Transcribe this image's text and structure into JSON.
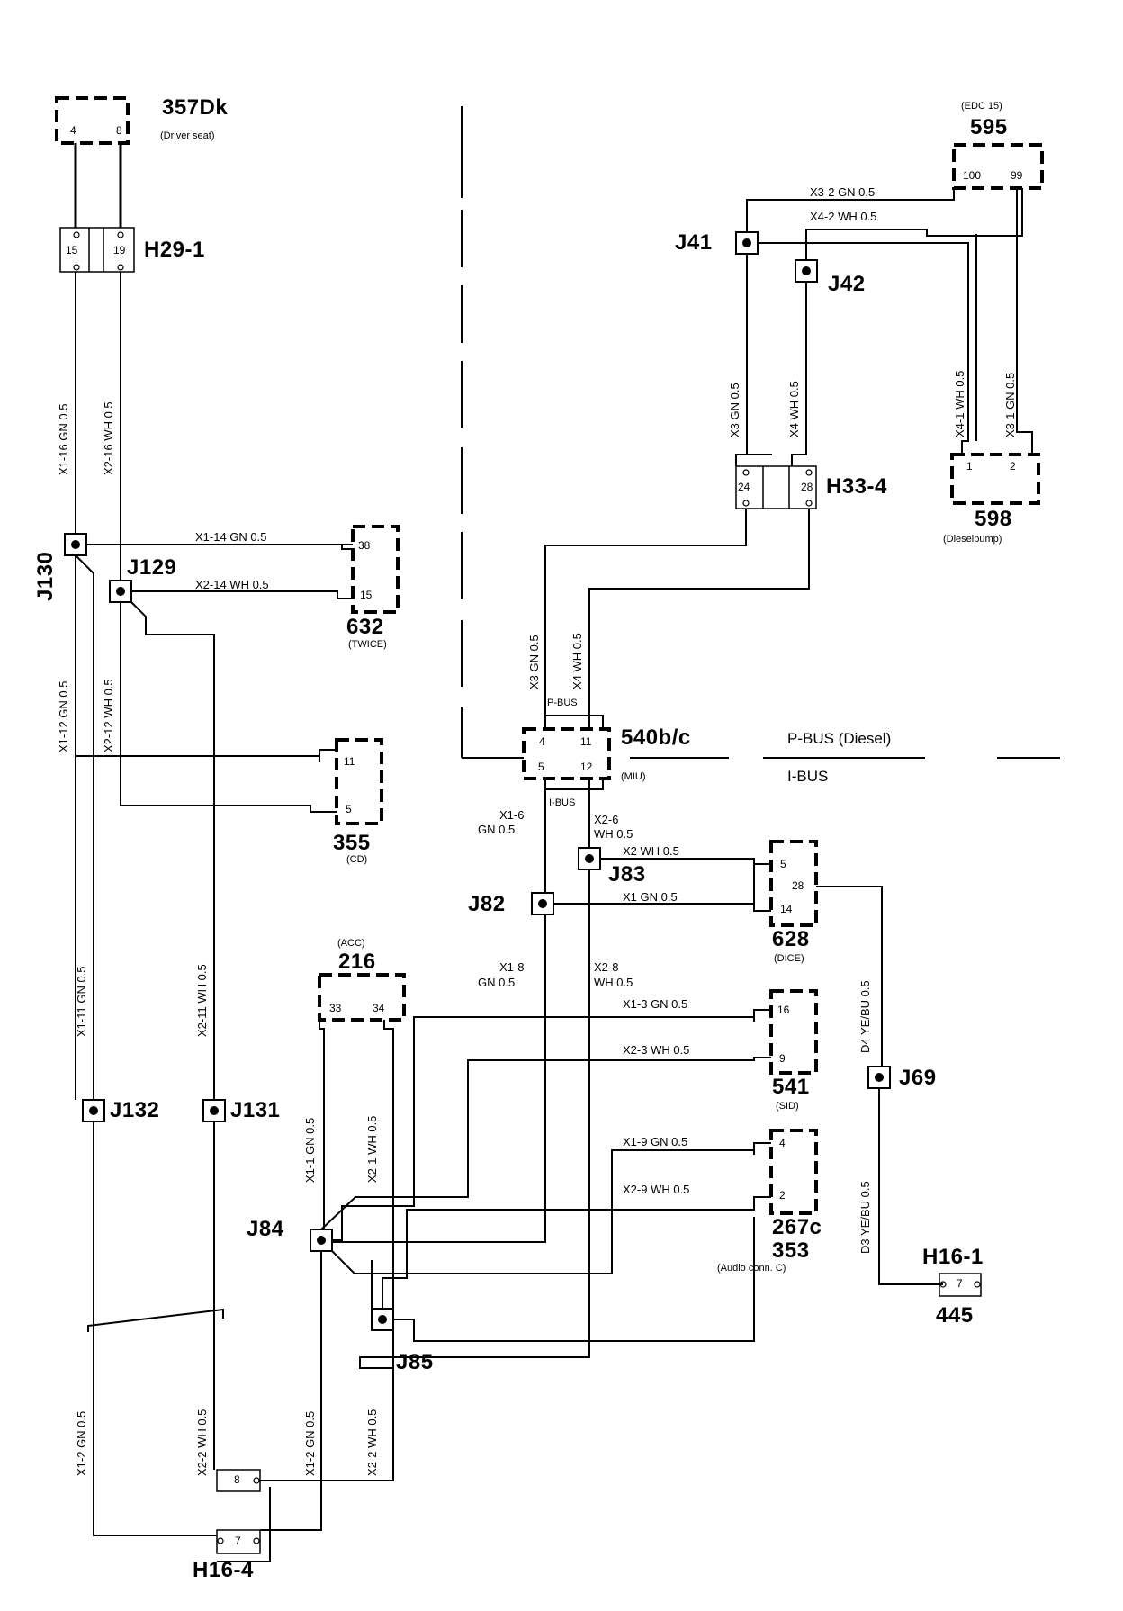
{
  "components": {
    "c357": {
      "id": "357Dk",
      "desc": "(Driver seat)",
      "pins": [
        "4",
        "8"
      ]
    },
    "c595": {
      "id": "595",
      "desc": "(EDC 15)",
      "pins": [
        "100",
        "99"
      ]
    },
    "c598": {
      "id": "598",
      "desc": "(Dieselpump)",
      "pins": [
        "1",
        "2"
      ]
    },
    "c632": {
      "id": "632",
      "desc": "(TWICE)",
      "pins": [
        "38",
        "15"
      ]
    },
    "c540": {
      "id": "540b/c",
      "desc": "(MIU)",
      "pins": [
        "4",
        "11",
        "5",
        "12"
      ],
      "pbus_tag": "P-BUS",
      "ibus_tag": "I-BUS"
    },
    "c355": {
      "id": "355",
      "desc": "(CD)",
      "pins": [
        "11",
        "5"
      ]
    },
    "c628": {
      "id": "628",
      "desc": "(DICE)",
      "pins": [
        "5",
        "28",
        "14"
      ]
    },
    "c216": {
      "id": "216",
      "desc": "(ACC)",
      "pins": [
        "33",
        "34"
      ]
    },
    "c541": {
      "id": "541",
      "desc": "(SID)",
      "pins": [
        "16",
        "9"
      ]
    },
    "c267": {
      "id": "267c",
      "id2": "353",
      "desc": "(Audio conn. C)",
      "pins": [
        "4",
        "2"
      ]
    },
    "c445": {
      "id": "445",
      "pins": [
        "7"
      ]
    }
  },
  "connectors": {
    "H29_1": {
      "id": "H29-1",
      "pins": [
        "15",
        "19"
      ]
    },
    "H33_4": {
      "id": "H33-4",
      "pins": [
        "24",
        "28"
      ]
    },
    "H16_4": {
      "id": "H16-4",
      "pins": [
        "8",
        "7"
      ]
    },
    "H16_1": {
      "id": "H16-1"
    }
  },
  "junctions": {
    "J41": "J41",
    "J42": "J42",
    "J130": "J130",
    "J129": "J129",
    "J82": "J82",
    "J83": "J83",
    "J69": "J69",
    "J132": "J132",
    "J131": "J131",
    "J84": "J84",
    "J85": "J85"
  },
  "bus": {
    "pbus": "P-BUS (Diesel)",
    "ibus": "I-BUS"
  },
  "wires": {
    "w_x3_2": "X3-2   GN 0.5",
    "w_x4_2": "X4-2   WH 0.5",
    "w_x1_16": "X1-16   GN 0.5",
    "w_x2_16": "X2-16   WH 0.5",
    "w_x3_gn_top": "X3   GN 0.5",
    "w_x4_wh_top": "X4   WH 0.5",
    "w_x4_1": "X4-1   WH 0.5",
    "w_x3_1": "X3-1   GN 0.5",
    "w_x1_14": "X1-14   GN 0.5",
    "w_x2_14": "X2-14   WH 0.5",
    "w_x3_gn_mid": "X3   GN 0.5",
    "w_x4_wh_mid": "X4   WH 0.5",
    "w_x1_12": "X1-12   GN 0.5",
    "w_x2_12": "X2-12   WH 0.5",
    "w_x1_6a": "X1-6",
    "w_x1_6b": "GN 0.5",
    "w_x2_6a": "X2-6",
    "w_x2_6b": "WH 0.5",
    "w_x2_wh": "X2   WH 0.5",
    "w_x1_gn": "X1   GN 0.5",
    "w_x1_8a": "X1-8",
    "w_x1_8b": "GN 0.5",
    "w_x2_8a": "X2-8",
    "w_x2_8b": "WH 0.5",
    "w_x1_3": "X1-3   GN 0.5",
    "w_x2_3": "X2-3    WH  0.5",
    "w_x1_9": "X1-9   GN  0.5",
    "w_x2_9": "X2-9   WH 0.5",
    "w_x1_11": "X1-11   GN 0.5",
    "w_x2_11": "X2-11   WH 0.5",
    "w_x1_1": "X1-1   GN 0.5",
    "w_x2_1": "X2-1   WH 0.5",
    "w_d4": "D4   YE/BU  0.5",
    "w_d3": "D3   YE/BU  0.5",
    "w_x1_2a": "X1-2   GN 0.5",
    "w_x2_2a": "X2-2   WH 0.5",
    "w_x1_2b": "X1-2   GN 0.5",
    "w_x2_2b": "X2-2   WH 0.5"
  }
}
